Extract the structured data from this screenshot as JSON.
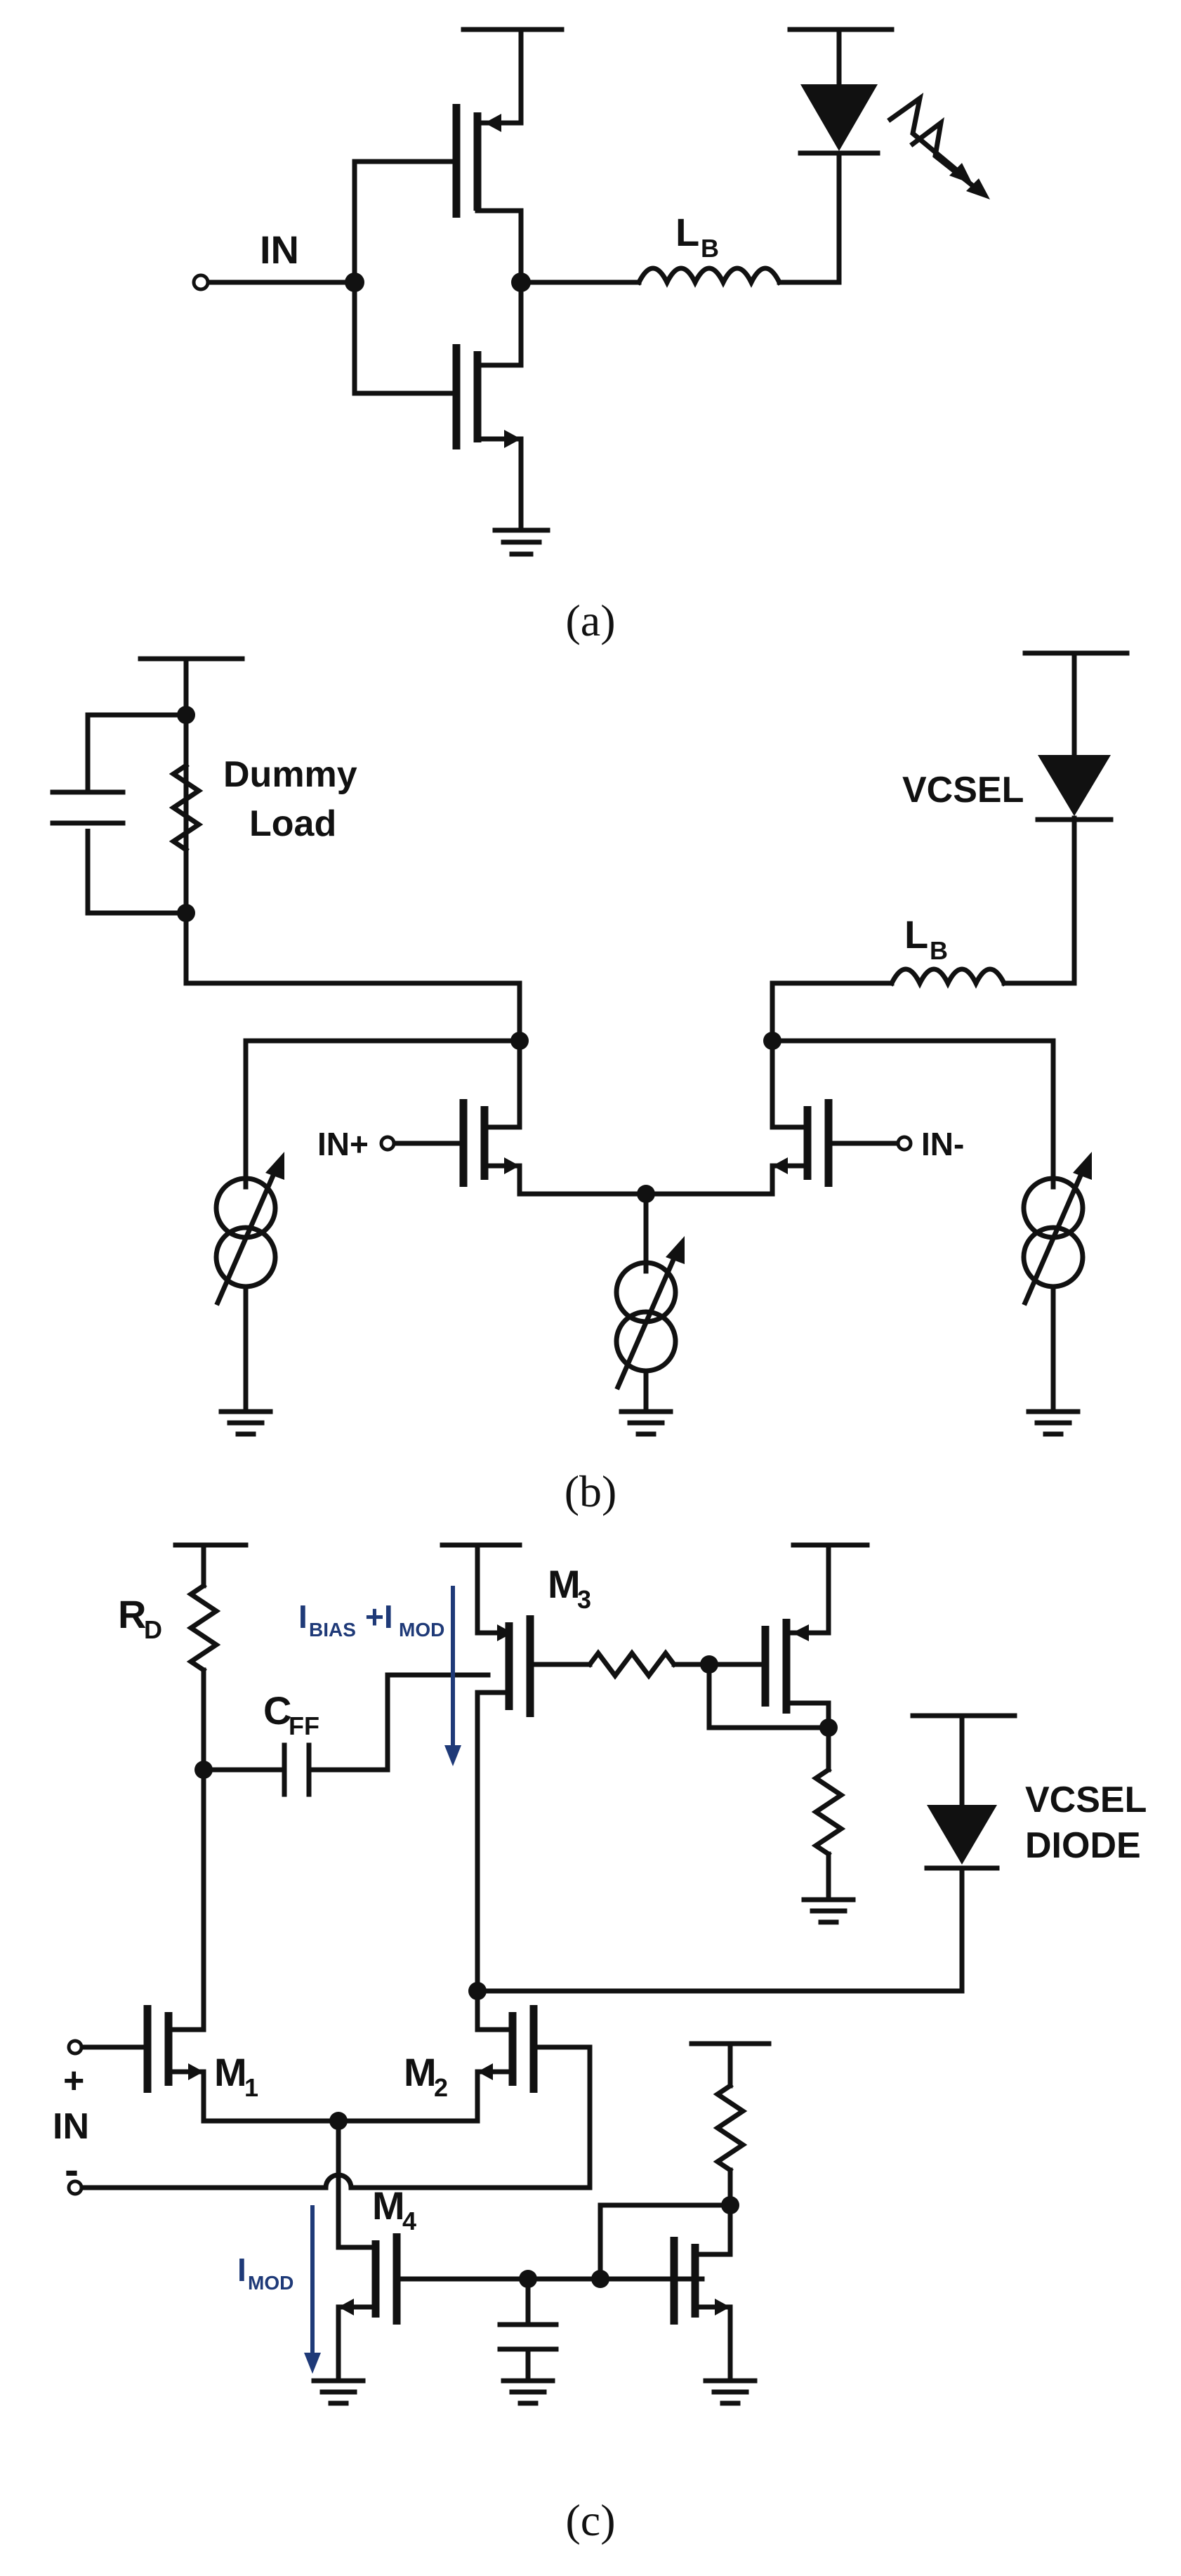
{
  "panel_a": {
    "label_in": "IN",
    "label_inductor": "L",
    "label_inductor_sub": "B",
    "caption": "(a)"
  },
  "panel_b": {
    "label_dummy": "Dummy",
    "label_load": "Load",
    "label_vcsel": "VCSEL",
    "label_inductor": "L",
    "label_inductor_sub": "B",
    "label_in_plus": "IN+",
    "label_in_minus": "IN-",
    "caption": "(b)"
  },
  "panel_c": {
    "label_rd": "R",
    "label_rd_sub": "D",
    "label_cff": "C",
    "label_cff_sub": "FF",
    "label_ibias": "I",
    "label_ibias_sub": "BIAS",
    "label_plus_i": "+I",
    "label_imod_sub": "MOD",
    "label_m3": "M",
    "label_m3_sub": "3",
    "label_vcsel": "VCSEL",
    "label_diode": "DIODE",
    "label_m1": "M",
    "label_m1_sub": "1",
    "label_m2": "M",
    "label_m2_sub": "2",
    "label_plus": "+",
    "label_in": "IN",
    "label_minus": "-",
    "label_m4": "M",
    "label_m4_sub": "4",
    "label_imod": "I",
    "label_imod2_sub": "MOD",
    "caption": "(c)"
  },
  "colors": {
    "wire": "#111111",
    "current_annotation": "#1f3a78"
  }
}
